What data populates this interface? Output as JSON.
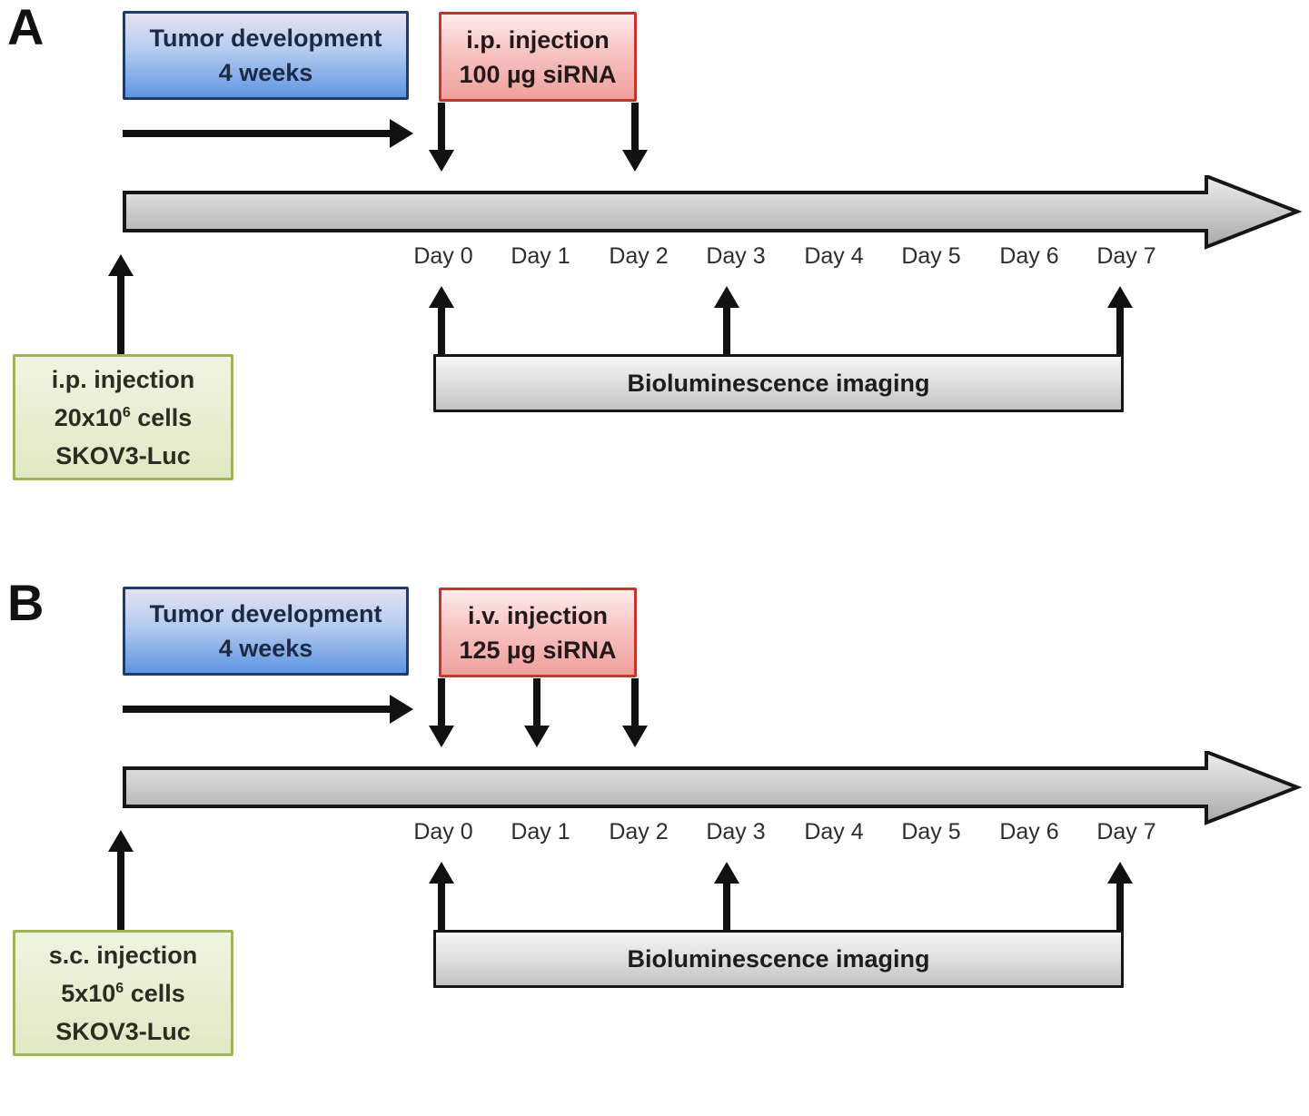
{
  "figure": {
    "panels": [
      {
        "label": "A",
        "tumor_box": {
          "line1": "Tumor development",
          "line2": "4 weeks"
        },
        "sirna_box": {
          "line1": "i.p. injection",
          "line2": "100 µg siRNA"
        },
        "cells_box": {
          "line1": "i.p. injection",
          "line2_base": "20x10",
          "line2_sup": "6",
          "line2_rest": " cells",
          "line3": "SKOV3-Luc"
        },
        "imaging_box": {
          "label": "Bioluminescence imaging"
        },
        "days": [
          "Day 0",
          "Day 1",
          "Day 2",
          "Day 3",
          "Day 4",
          "Day 5",
          "Day 6",
          "Day 7"
        ],
        "sirna_arrow_days": [
          "Day 0",
          "Day 2"
        ],
        "imaging_arrow_days": [
          "Day 0",
          "Day 3",
          "Day 7"
        ]
      },
      {
        "label": "B",
        "tumor_box": {
          "line1": "Tumor development",
          "line2": "4 weeks"
        },
        "sirna_box": {
          "line1": "i.v. injection",
          "line2": "125 µg siRNA"
        },
        "cells_box": {
          "line1": "s.c. injection",
          "line2_base": "5x10",
          "line2_sup": "6",
          "line2_rest": " cells",
          "line3": "SKOV3-Luc"
        },
        "imaging_box": {
          "label": "Bioluminescence imaging"
        },
        "days": [
          "Day 0",
          "Day 1",
          "Day 2",
          "Day 3",
          "Day 4",
          "Day 5",
          "Day 6",
          "Day 7"
        ],
        "sirna_arrow_days": [
          "Day 0",
          "Day 1",
          "Day 2"
        ],
        "imaging_arrow_days": [
          "Day 0",
          "Day 3",
          "Day 7"
        ]
      }
    ],
    "colors": {
      "tumor_box_blue": "#5f95e2",
      "tumor_box_border": "#1d3c6e",
      "sirna_box_pink": "#efa09e",
      "sirna_box_border": "#bf382e",
      "cells_box_green": "#dfe9c5",
      "cells_box_border": "#9db35c",
      "timeline_gray": "#c8c8c8",
      "arrow_black": "#111111"
    }
  }
}
